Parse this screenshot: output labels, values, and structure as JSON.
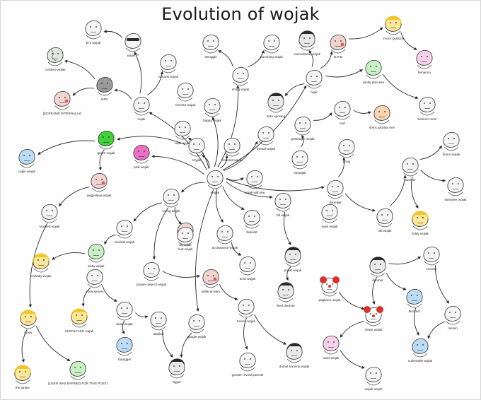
{
  "title": "Evolution of wojak",
  "palette": {
    "skin": "#f4f4f4",
    "outline": "#333333",
    "arrow": "#2a2a2a",
    "npc_gray": "#9a9a9a",
    "green": "#3fd23a",
    "pink": "#ec6fc6",
    "yellow": "#f3c526",
    "blue": "#2f8fe0",
    "red": "#d8322a",
    "dark": "#2a2a2a"
  },
  "nodes": {
    "bruh": "B*2 wojak",
    "cracked": "cracked wojak",
    "screams": "[SCREAMS INTERNALLY]",
    "npc": "NPC",
    "wojakTM": "wojak ™",
    "calarts": "cal-arts wojak",
    "nujak": "nujak",
    "reverse": "reverse wojak",
    "smuggie": "smuggie",
    "punching": "punching wojak",
    "connoisseur": "connoisseur wojak",
    "doa": "D.R.B",
    "yaas": "YAAS QUEEN",
    "femanon": "femanon",
    "smug": "smug wojak",
    "happy": "happy wojak",
    "beta": "beta uprising",
    "hijak": "hijak",
    "pretty": "pretty princess",
    "boomer_mom": "boomer mom",
    "grotesque": "grotesque wojak",
    "norf": "norf",
    "shes": "she's just like me!",
    "green": "green wojak",
    "cope": "cope wojak",
    "soyjak": "soyjak",
    "frontal": "frontal wojak",
    "content": "content wojak",
    "gnug": "gnug",
    "homo": "homo wojak",
    "pink": "pink wojak",
    "smartjak": "smartjak",
    "boomer": "boomer",
    "wojak": "wojak",
    "wojak_ear": "wojak with ear",
    "doomerjak": "doomjak",
    "streamer": "streamer wojak",
    "eyes": "eyes wojak",
    "crying": "crying wojak",
    "fat": "fat wojak",
    "brainlet": "brainlet",
    "bloodjak": "bloodjak",
    "old": "old wojak",
    "eddy": "Eddy wojak",
    "stocked": "stocked wojak",
    "suicidal": "suicidal wojak",
    "hurt": "hurt wojak",
    "acceptance": "acceptance wojak",
    "priest": "priest wojak",
    "zoomer": "zoomer",
    "baby": "baby wojak",
    "crybaby": "crybaby wojak",
    "pooper": "pooper pepe'd wojak",
    "tired": "tired wojak",
    "pagliacci": "pagliacci wojak",
    "doomer": "doomer",
    "consoomers": "consoomers",
    "political": "political wars",
    "tired_doomer": "tired doomer",
    "bloomer": "bloomer",
    "dead": "dead wojak",
    "legolface": "LEGOLFACE wojak",
    "tranny": "tranny wojak",
    "clown": "clown wojak",
    "melvin": "melvin",
    "janny": "janny",
    "atariboi": "atariboi",
    "google": "google wojak",
    "trans": "trans wojak",
    "vulnerable": "vulnerable wojak",
    "soyugger": "soyugger",
    "dotnet": "dotnet trannny wojak",
    "banned": "[USER WAS BANNED FOR THIS POST]",
    "janitor": "the janitor",
    "tigger": "tigger",
    "gender": "gender reveal parents",
    "wojak_bottom": "wojak wojak",
    "cagie": "cagie wagie",
    "wageslave": "wageslave wojak"
  }
}
